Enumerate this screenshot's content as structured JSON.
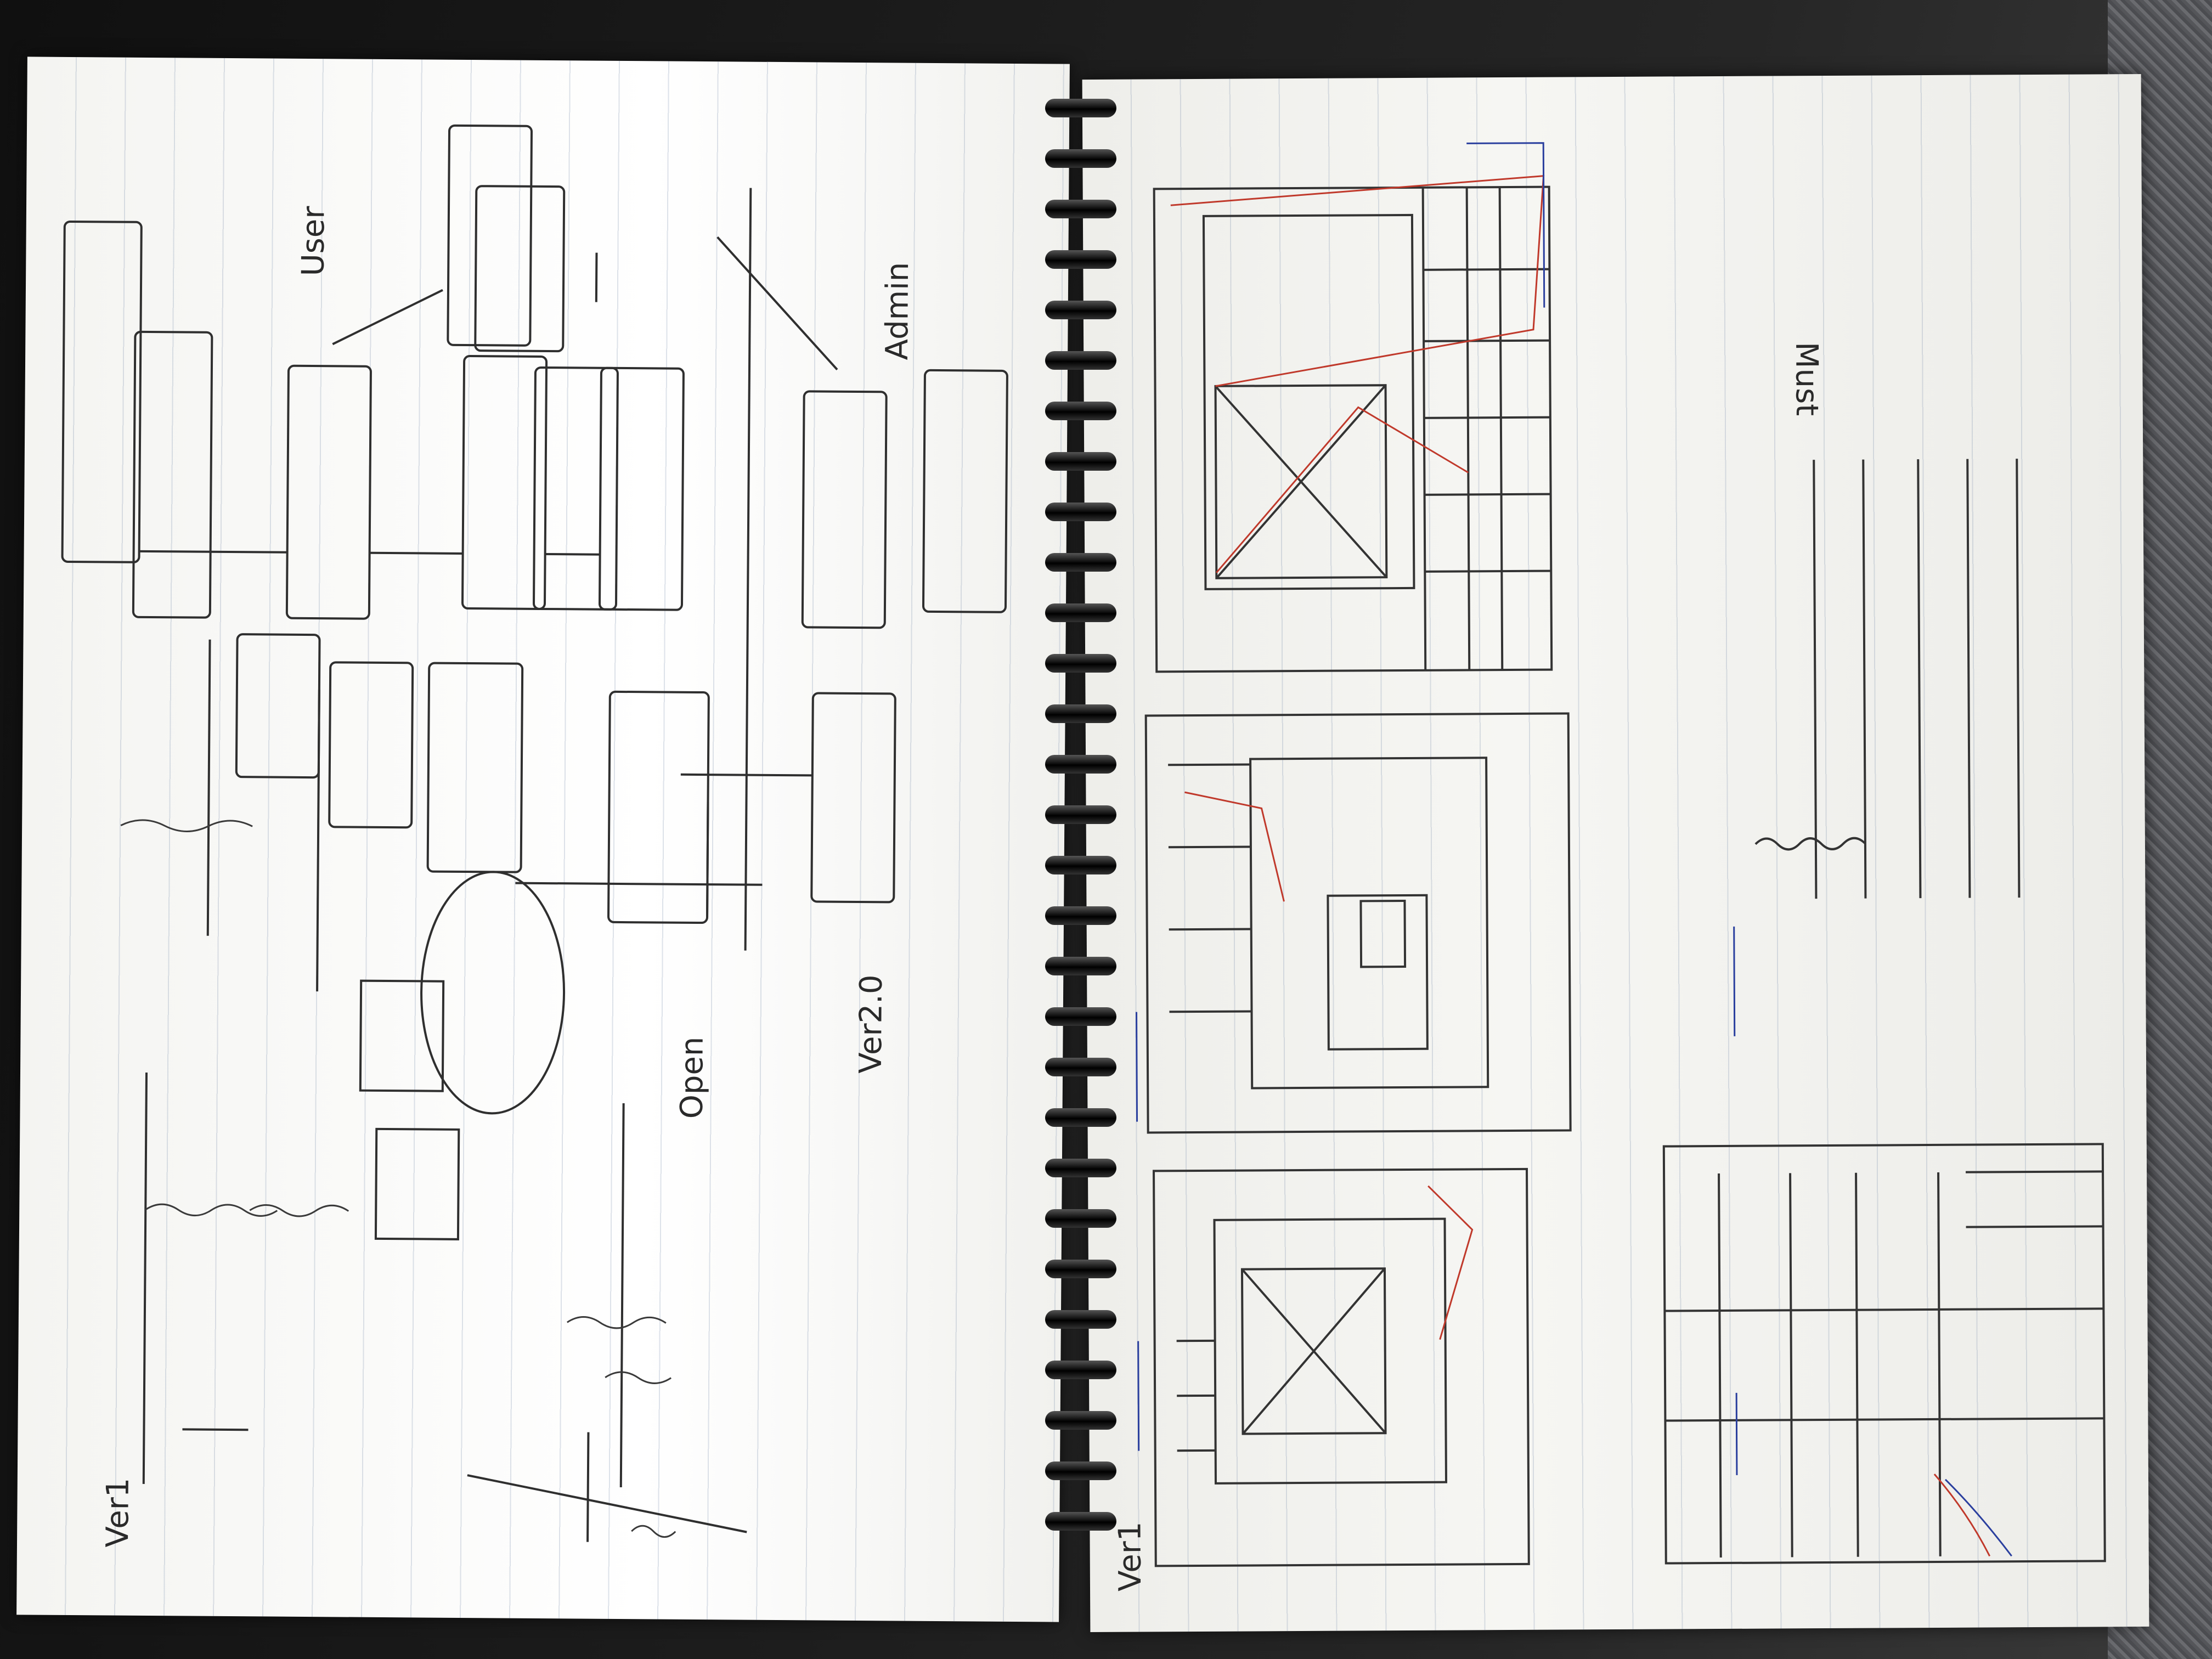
{
  "annotations": {
    "ver1_left": "Ver1",
    "ver2": "Ver2.0",
    "open": "Open",
    "user": "User",
    "admin": "Admin",
    "ver1_right": "Ver1",
    "must": "Must"
  },
  "colors": {
    "pencil": "#2a2a2a",
    "blue_pen": "#2a3f9e",
    "red_pen": "#c0392b",
    "paper": "#f6f6f3"
  }
}
